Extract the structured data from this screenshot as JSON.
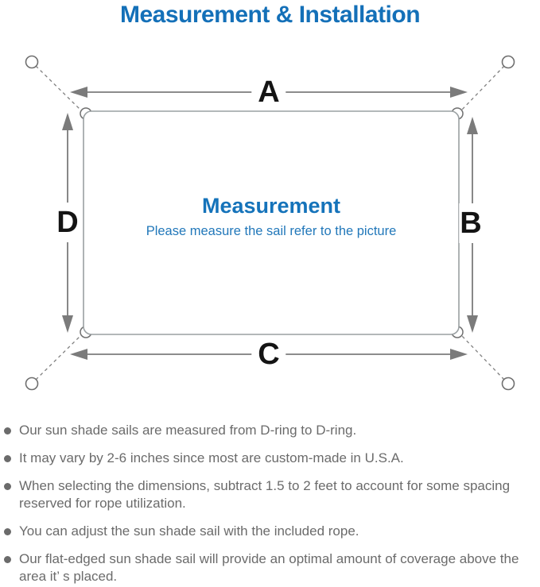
{
  "page": {
    "title": "Measurement & Installation"
  },
  "diagram": {
    "labels": {
      "top": "A",
      "right": "B",
      "bottom": "C",
      "left": "D"
    },
    "center": {
      "title": "Measurement",
      "subtitle": "Please measure the sail refer to the picture"
    }
  },
  "notes": {
    "items": [
      "Our sun shade sails are measured from D-ring to D-ring.",
      "It may vary by 2-6 inches since most are custom-made in U.S.A.",
      "When selecting the dimensions, subtract 1.5 to 2 feet to account for some spacing reserved for rope utilization.",
      "You can adjust the sun shade sail with the included rope.",
      "Our flat-edged sun shade sail will provide an optimal amount of coverage above the area it’ s placed."
    ]
  },
  "colors": {
    "title_blue": "#1470b8",
    "center_blue": "#1573ba",
    "subtitle_blue": "#2278ba",
    "note_gray": "#6b6b6b",
    "arrow_gray": "#7b7b7b",
    "outline_gray": "#9aa0a2",
    "label_black": "#141414"
  }
}
